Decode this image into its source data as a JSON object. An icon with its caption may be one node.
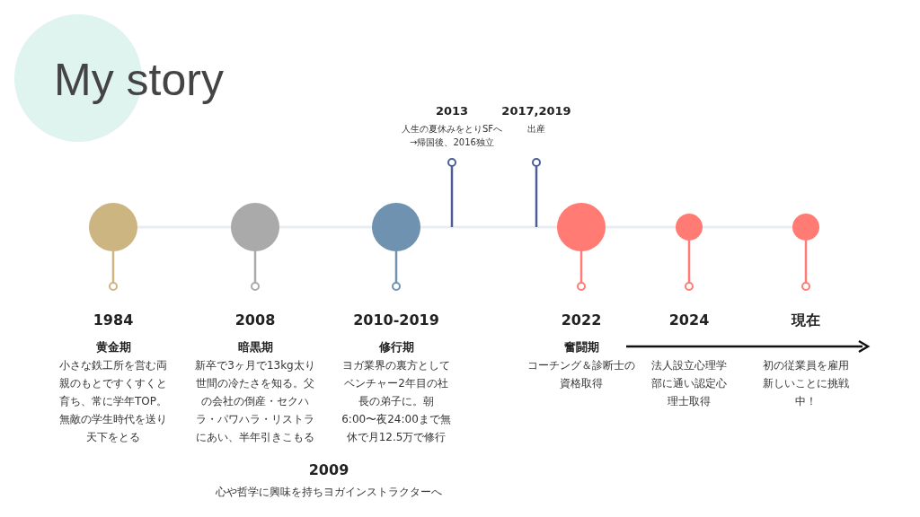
{
  "diagram": {
    "title": "My story",
    "labels": [
      "2013",
      "人生の夏休みをとりSFへ→帰国後、2016独立",
      "2017,2019",
      "出産",
      "1984",
      "黄金期",
      "小さな鉄工所を営む両親のもとですくすくと育ち、常に学年TOP。無敵の学生時代を送り天下をとる",
      "2008",
      "暗黒期",
      "新卒で3ヶ月で13kg太り世間の冷たさを知る。父の会社の倒産・セクハラ・パワハラ・リストラにあい、半年引きこもる",
      "2010-2019",
      "修行期",
      "ヨガ業界の裏方としてベンチャー2年目の社長の弟子に。朝6:00〜夜24:00まで無休で月12.5万で修行",
      "2022",
      "奮闘期",
      "コーチング＆診断士の資格取得",
      "2024",
      "法人設立心理学部に通い認定心理士取得",
      "現在",
      "初の従業員を雇用新しいことに挑戦中！",
      "2009",
      "心や哲学に興味を持ちヨガインストラクターへ"
    ]
  }
}
